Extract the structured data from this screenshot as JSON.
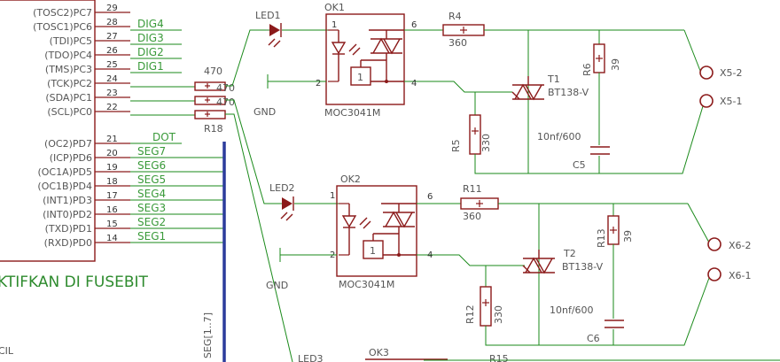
{
  "mcu": {
    "pins_upper": [
      {
        "name": "(TOSC2)PC7",
        "num": "29"
      },
      {
        "name": "(TOSC1)PC6",
        "num": "28"
      },
      {
        "name": "(TDI)PC5",
        "num": "27"
      },
      {
        "name": "(TDO)PC4",
        "num": "26"
      },
      {
        "name": "(TMS)PC3",
        "num": "25"
      },
      {
        "name": "(TCK)PC2",
        "num": "24"
      },
      {
        "name": "(SDA)PC1",
        "num": "23"
      },
      {
        "name": "(SCL)PC0",
        "num": "22"
      }
    ],
    "pins_lower": [
      {
        "name": "(OC2)PD7",
        "num": "21"
      },
      {
        "name": "(ICP)PD6",
        "num": "20"
      },
      {
        "name": "(OC1A)PD5",
        "num": "19"
      },
      {
        "name": "(OC1B)PD4",
        "num": "18"
      },
      {
        "name": "(INT1)PD3",
        "num": "17"
      },
      {
        "name": "(INT0)PD2",
        "num": "16"
      },
      {
        "name": "(TXD)PD1",
        "num": "15"
      },
      {
        "name": "(RXD)PD0",
        "num": "14"
      }
    ],
    "nets_upper": [
      "DIG4",
      "DIG3",
      "DIG2",
      "DIG1"
    ],
    "nets_lower": [
      "DOT",
      "SEG7",
      "SEG6",
      "SEG5",
      "SEG4",
      "SEG3",
      "SEG2",
      "SEG1"
    ],
    "bottom_label": "CIL"
  },
  "note": "KTIFKAN DI FUSEBIT",
  "bus_label": "SEG[1..7]",
  "resistor_array": {
    "value": "470",
    "labels": [
      "470",
      "470"
    ],
    "name": "R18"
  },
  "ch1": {
    "led": "LED1",
    "opto": "OK1",
    "opto_model": "MOC3041M",
    "gnd": "GND",
    "pin1": "1",
    "pin2": "2",
    "pin6": "6",
    "pin4": "4",
    "logic": "1",
    "r_series": "R4",
    "r_series_val": "360",
    "r_gate": "R5",
    "r_gate_val": "330",
    "triac": "T1",
    "triac_model": "BT138-V",
    "r_snub": "R6",
    "r_snub_val": "39",
    "cap": "C5",
    "cap_val": "10nf/600",
    "out_a": "X5-2",
    "out_b": "X5-1"
  },
  "ch2": {
    "led": "LED2",
    "opto": "OK2",
    "opto_model": "MOC3041M",
    "gnd": "GND",
    "pin1": "1",
    "pin2": "2",
    "pin6": "6",
    "pin4": "4",
    "logic": "1",
    "r_series": "R11",
    "r_series_val": "360",
    "r_gate": "R12",
    "r_gate_val": "330",
    "triac": "T2",
    "triac_model": "BT138-V",
    "r_snub": "R13",
    "r_snub_val": "39",
    "cap": "C6",
    "cap_val": "10nf/600",
    "out_a": "X6-2",
    "out_b": "X6-1"
  },
  "ch3": {
    "led": "LED3",
    "opto": "OK3",
    "r_series": "R15"
  }
}
